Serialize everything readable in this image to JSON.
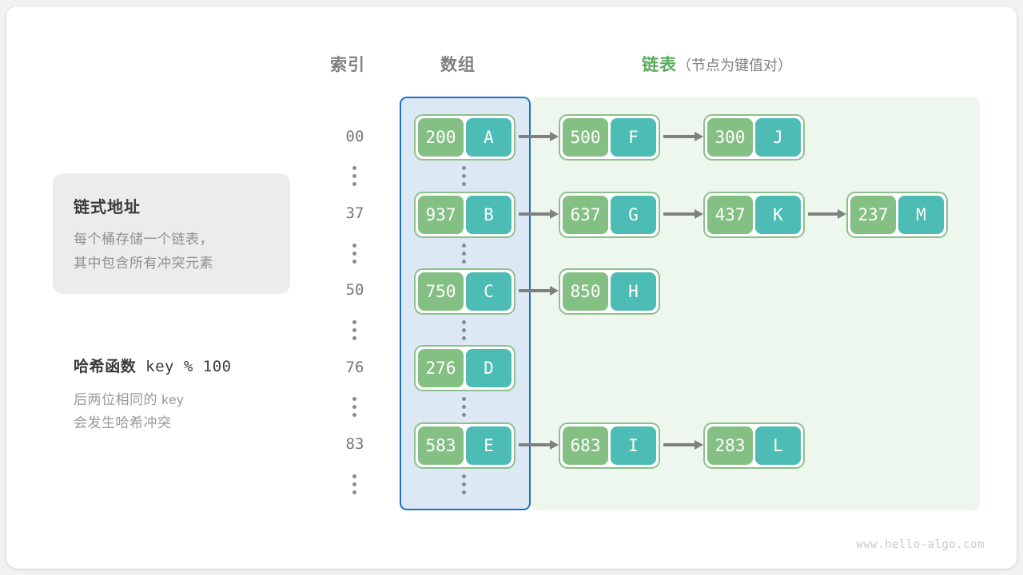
{
  "headers": {
    "index": "索引",
    "array": "数组",
    "list_main": "链表",
    "list_sub": "（节点为键值对）"
  },
  "info_card": {
    "title": "链式地址",
    "body": "每个桶存储一个链表，\n其中包含所有冲突元素"
  },
  "hash_note": {
    "title_label": "哈希函数",
    "title_expr": "key % 100",
    "body": "后两位相同的  key\n会发生哈希冲突"
  },
  "colors": {
    "array_region_fill": "#dce9f5",
    "array_region_border": "#1a73c8",
    "list_region_fill": "#eef7ee",
    "node_border": "#8dc08d",
    "node_key_fill": "#84bf84",
    "node_value_fill": "#4cbcb4",
    "arrow": "#808080",
    "accent_green_text": "#5cab5c",
    "muted_text": "#808080"
  },
  "ellipsis_glyph": "⋮",
  "buckets": [
    {
      "index": "00",
      "nodes": [
        {
          "key": "200",
          "value": "A"
        },
        {
          "key": "500",
          "value": "F"
        },
        {
          "key": "300",
          "value": "J"
        }
      ]
    },
    {
      "index": "37",
      "nodes": [
        {
          "key": "937",
          "value": "B"
        },
        {
          "key": "637",
          "value": "G"
        },
        {
          "key": "437",
          "value": "K"
        },
        {
          "key": "237",
          "value": "M"
        }
      ]
    },
    {
      "index": "50",
      "nodes": [
        {
          "key": "750",
          "value": "C"
        },
        {
          "key": "850",
          "value": "H"
        }
      ]
    },
    {
      "index": "76",
      "nodes": [
        {
          "key": "276",
          "value": "D"
        }
      ]
    },
    {
      "index": "83",
      "nodes": [
        {
          "key": "583",
          "value": "E"
        },
        {
          "key": "683",
          "value": "I"
        },
        {
          "key": "283",
          "value": "L"
        }
      ]
    }
  ],
  "watermark": "www.hello-algo.com"
}
